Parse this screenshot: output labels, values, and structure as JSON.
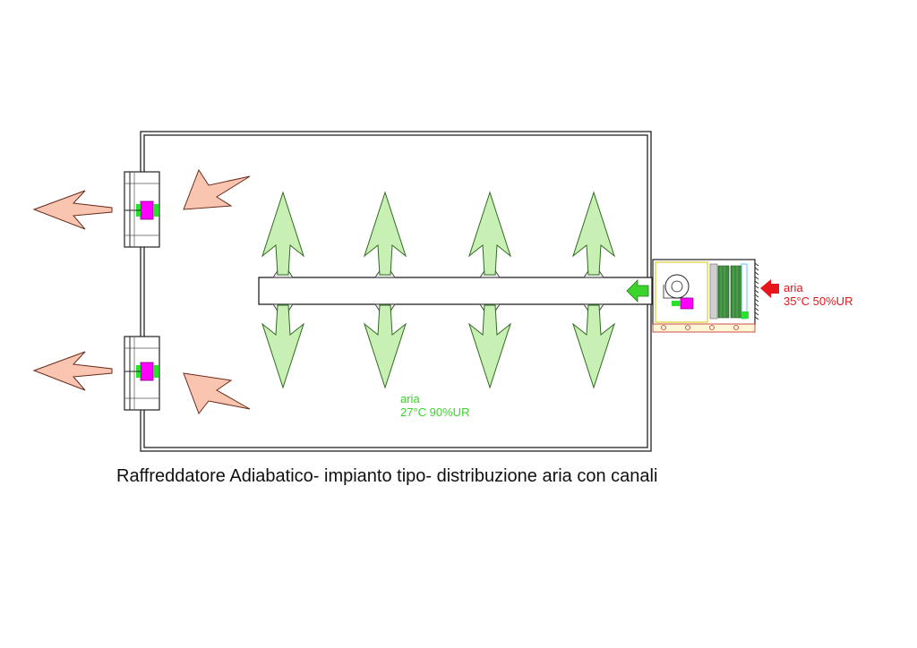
{
  "labels": {
    "inlet_word": "aria",
    "inlet_cond": "35°C  50%UR",
    "outlet_word": "aria",
    "outlet_cond": "27°C  90%UR"
  },
  "caption": "Raffreddatore Adiabatico-  impianto tipo- distribuzione aria con canali",
  "colors": {
    "room_outline": "#222222",
    "duct_fill": "#ffffff",
    "green_arrow_fill": "#c8f0b4",
    "green_arrow_stroke": "#2f6b1e",
    "salmon_arrow_fill": "#fac5b0",
    "inlet_arrow": "#e5161c",
    "inlet_text": "#e5161c",
    "outlet_text": "#3ad42a",
    "fan_magenta": "#ff00ff",
    "fan_green": "#29e02b",
    "pad_green": "#3e8a3e",
    "frame_yellow": "#d6c400"
  },
  "icons": {
    "supply_arrow": "arrow-up-icon / arrow-down-icon",
    "exhaust_arrow": "arrow-left-icon",
    "inlet_arrow": "arrow-left-icon"
  }
}
